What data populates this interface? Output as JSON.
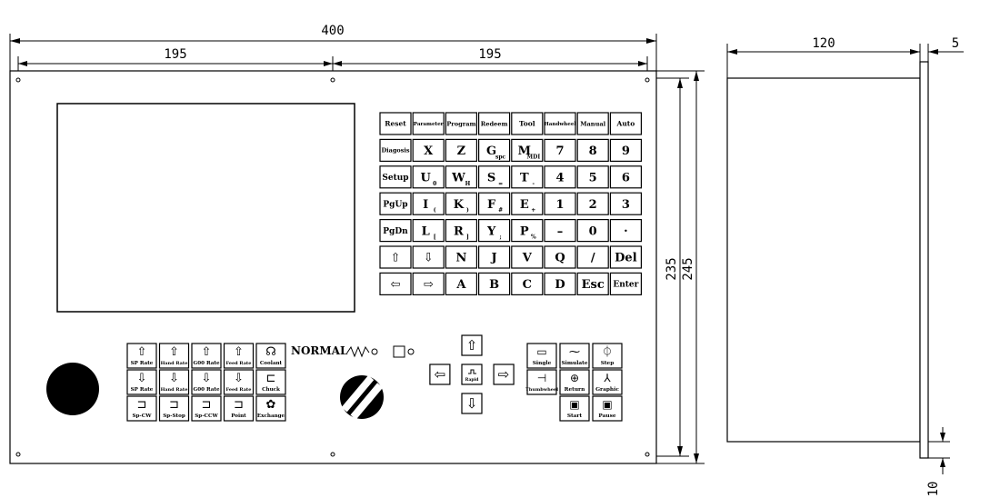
{
  "dimensions": {
    "overall_width": "400",
    "left_half": "195",
    "right_half": "195",
    "side_depth": "120",
    "side_flange": "5",
    "inner_height": "235",
    "outer_height": "245",
    "flange_bottom": "10"
  },
  "keypad": {
    "rows": [
      [
        {
          "l": "Reset"
        },
        {
          "l": "Parameter"
        },
        {
          "l": "Program"
        },
        {
          "l": "Redeem"
        },
        {
          "l": "Tool"
        },
        {
          "l": "Handwheel"
        },
        {
          "l": "Manual"
        },
        {
          "l": "Auto"
        }
      ],
      [
        {
          "l": "Diagosis"
        },
        {
          "l": "X"
        },
        {
          "l": "Z"
        },
        {
          "l": "G",
          "s": "spc"
        },
        {
          "l": "M",
          "s": "MDI"
        },
        {
          "l": "7"
        },
        {
          "l": "8"
        },
        {
          "l": "9"
        }
      ],
      [
        {
          "l": "Setup"
        },
        {
          "l": "U",
          "s": "0"
        },
        {
          "l": "W",
          "s": "H"
        },
        {
          "l": "S",
          "s": "="
        },
        {
          "l": "T",
          "s": "-"
        },
        {
          "l": "4"
        },
        {
          "l": "5"
        },
        {
          "l": "6"
        }
      ],
      [
        {
          "l": "PgUp"
        },
        {
          "l": "I",
          "s": "("
        },
        {
          "l": "K",
          "s": ")"
        },
        {
          "l": "F",
          "s": "#"
        },
        {
          "l": "E",
          "s": "+"
        },
        {
          "l": "1"
        },
        {
          "l": "2"
        },
        {
          "l": "3"
        }
      ],
      [
        {
          "l": "PgDn"
        },
        {
          "l": "L",
          "s": "["
        },
        {
          "l": "R",
          "s": "]"
        },
        {
          "l": "Y",
          "s": ";"
        },
        {
          "l": "P",
          "s": "%"
        },
        {
          "l": "–"
        },
        {
          "l": "0"
        },
        {
          "l": "·"
        }
      ],
      [
        {
          "l": "⇧"
        },
        {
          "l": "⇩"
        },
        {
          "l": "N"
        },
        {
          "l": "J"
        },
        {
          "l": "V"
        },
        {
          "l": "Q"
        },
        {
          "l": "/"
        },
        {
          "l": "Del"
        }
      ],
      [
        {
          "l": "⇦"
        },
        {
          "l": "⇨"
        },
        {
          "l": "A"
        },
        {
          "l": "B"
        },
        {
          "l": "C"
        },
        {
          "l": "D"
        },
        {
          "l": "Esc"
        },
        {
          "l": "Enter"
        }
      ]
    ]
  },
  "override_panel": {
    "rows": [
      [
        {
          "i": "⇧",
          "l": "SP Rate"
        },
        {
          "i": "⇧",
          "l": "Hand Rate"
        },
        {
          "i": "⇧",
          "l": "G00 Rate"
        },
        {
          "i": "⇧",
          "l": "Feed Rate"
        },
        {
          "i": "☊",
          "l": "Coolant"
        }
      ],
      [
        {
          "i": "⇩",
          "l": "SP Rate"
        },
        {
          "i": "⇩",
          "l": "Hand Rate"
        },
        {
          "i": "⇩",
          "l": "G00 Rate"
        },
        {
          "i": "⇩",
          "l": "Feed Rate"
        },
        {
          "i": "⊏",
          "l": "Chuck"
        }
      ],
      [
        {
          "i": "⊐",
          "l": "Sp-CW"
        },
        {
          "i": "⊐",
          "l": "Sp-Stop"
        },
        {
          "i": "⊐",
          "l": "Sp-CCW"
        },
        {
          "i": "⊐",
          "l": "Point"
        },
        {
          "i": "✿",
          "l": "Exchange"
        }
      ]
    ]
  },
  "mode_label": "NORMAL",
  "jog": {
    "up": "⇧",
    "down": "⇩",
    "left": "⇦",
    "right": "⇨",
    "center": "Rapid"
  },
  "cycle_panel": {
    "rows": [
      [
        {
          "i": "▭",
          "l": "Single"
        },
        {
          "i": "⁓",
          "l": "Simulate"
        },
        {
          "i": "⏀",
          "l": "Step"
        }
      ],
      [
        {
          "i": "⊣",
          "l": "Thumbwheel"
        },
        {
          "i": "⊕",
          "l": "Return"
        },
        {
          "i": "⅄",
          "l": "Graphic"
        }
      ],
      [
        {
          "i": "▣",
          "l": "Start"
        },
        {
          "i": "▣",
          "l": "Pause"
        }
      ]
    ]
  }
}
